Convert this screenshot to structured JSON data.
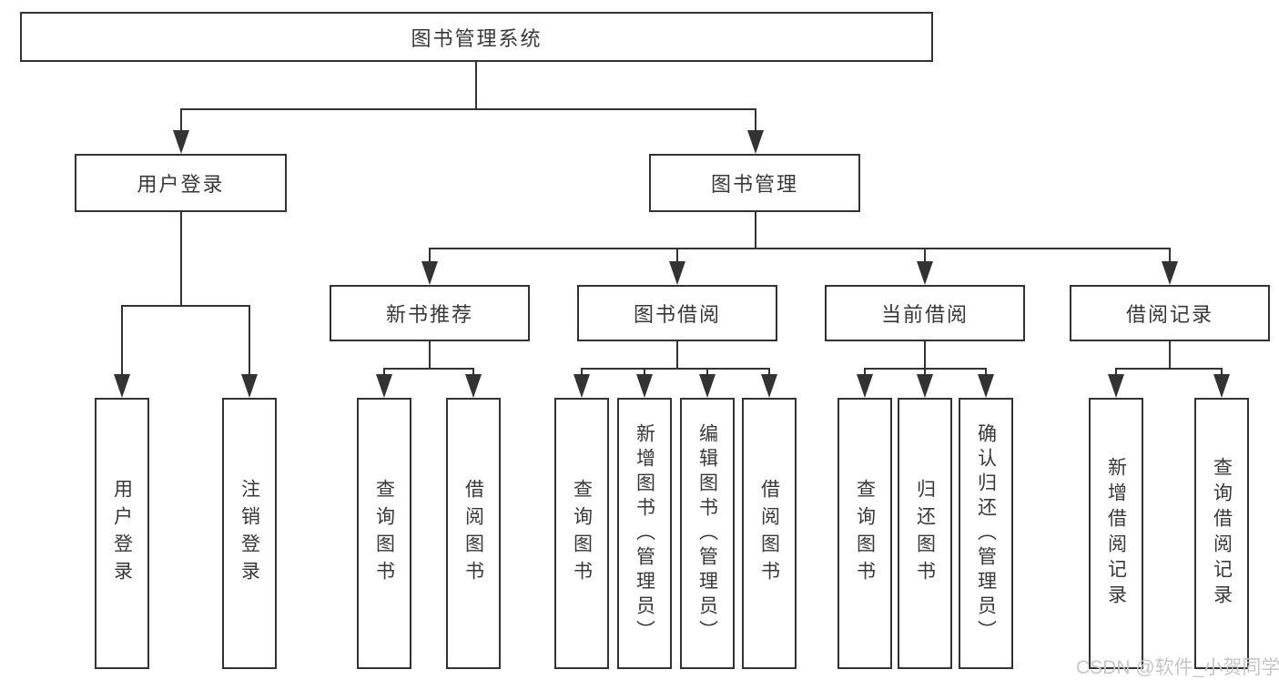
{
  "diagram": {
    "title": "图书管理系统",
    "root": {
      "label": "图书管理系统"
    },
    "level2": [
      {
        "id": "user-login",
        "label": "用户登录"
      },
      {
        "id": "book-management",
        "label": "图书管理"
      }
    ],
    "level3": [
      {
        "id": "new-book-recommendation",
        "label": "新书推荐",
        "parent": "图书管理"
      },
      {
        "id": "book-borrowing",
        "label": "图书借阅",
        "parent": "图书管理"
      },
      {
        "id": "current-borrowing",
        "label": "当前借阅",
        "parent": "图书管理"
      },
      {
        "id": "borrowing-records",
        "label": "借阅记录",
        "parent": "图书管理"
      }
    ],
    "leaves": [
      {
        "id": "leaf-user-login",
        "label": "用户登录",
        "parent": "用户登录"
      },
      {
        "id": "leaf-logout",
        "label": "注销登录",
        "parent": "用户登录"
      },
      {
        "id": "leaf-query-books-recommend",
        "label": "查询图书",
        "parent": "新书推荐"
      },
      {
        "id": "leaf-borrow-books-recommend",
        "label": "借阅图书",
        "parent": "新书推荐"
      },
      {
        "id": "leaf-query-books-borrowing",
        "label": "查询图书",
        "parent": "图书借阅"
      },
      {
        "id": "leaf-add-books-admin",
        "label": "新增图书（管理员）",
        "parent": "图书借阅"
      },
      {
        "id": "leaf-edit-books-admin",
        "label": "编辑图书（管理员）",
        "parent": "图书借阅"
      },
      {
        "id": "leaf-borrow-books-borrowing",
        "label": "借阅图书",
        "parent": "图书借阅"
      },
      {
        "id": "leaf-query-books-current",
        "label": "查询图书",
        "parent": "当前借阅"
      },
      {
        "id": "leaf-return-books",
        "label": "归还图书",
        "parent": "当前借阅"
      },
      {
        "id": "leaf-confirm-return-admin",
        "label": "确认归还（管理员）",
        "parent": "当前借阅"
      },
      {
        "id": "leaf-add-borrow-record",
        "label": "新增借阅记录",
        "parent": "借阅记录"
      },
      {
        "id": "leaf-query-borrow-record",
        "label": "查询借阅记录",
        "parent": "借阅记录"
      }
    ],
    "watermark": "CSDN @软件_小贺同学",
    "colors": {
      "line": "#333333",
      "text": "#383838",
      "watermark": "#c6c6c6",
      "background": "#ffffff"
    }
  }
}
